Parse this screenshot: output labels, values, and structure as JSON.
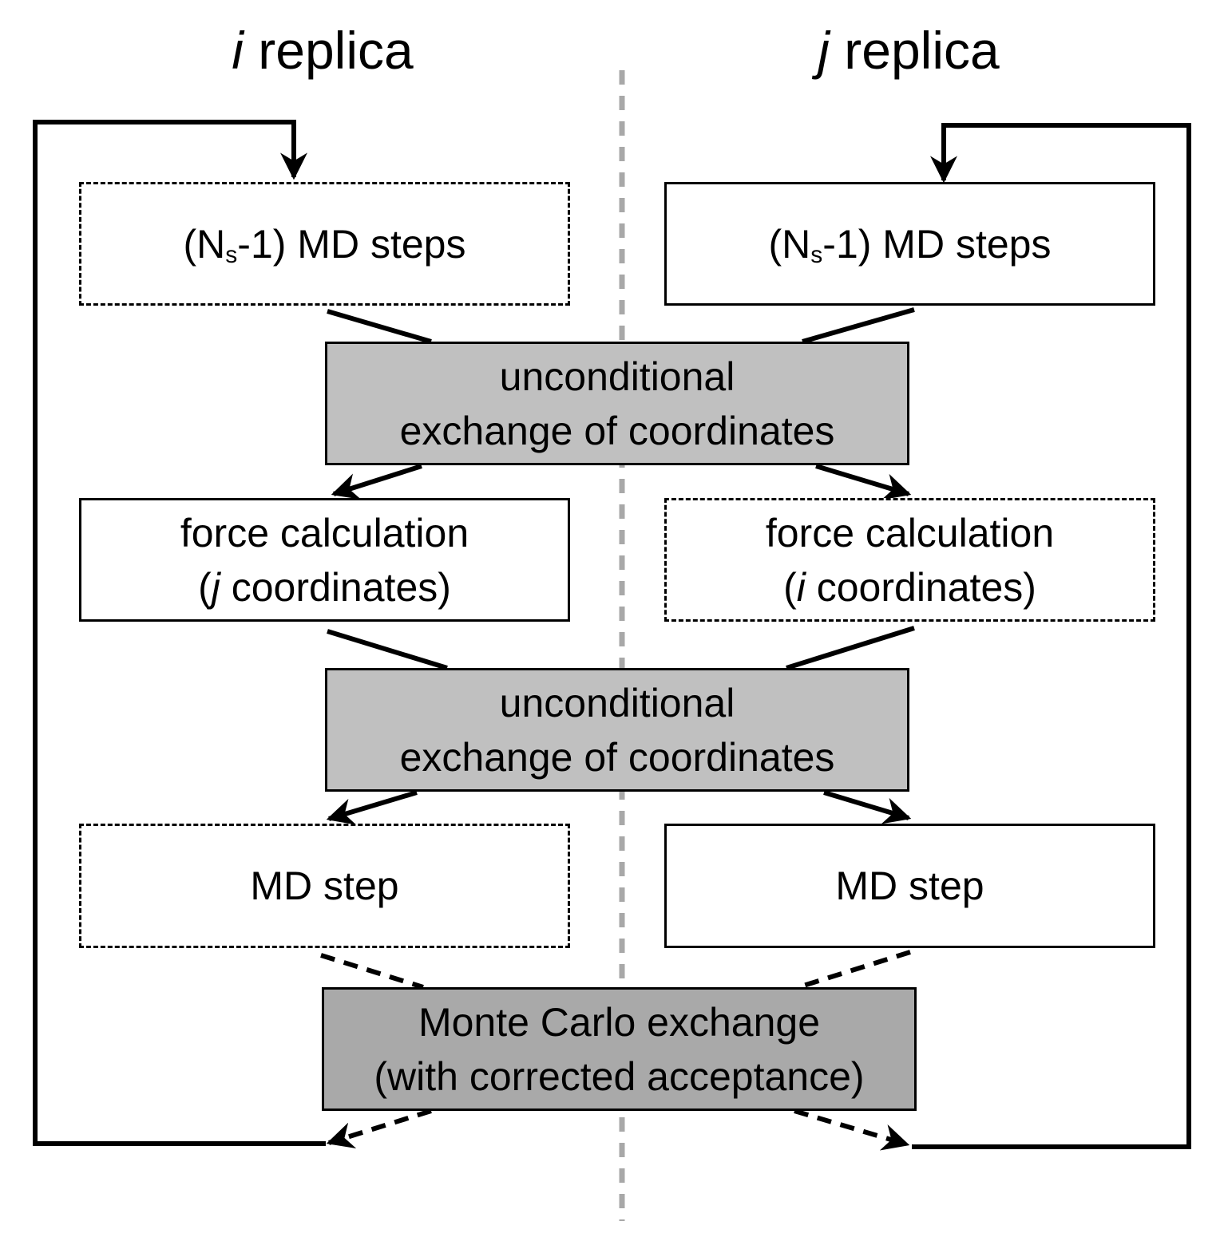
{
  "headers": {
    "left": {
      "var": "i",
      "text": " replica"
    },
    "right": {
      "var": "j",
      "text": " replica"
    }
  },
  "left": {
    "md_steps": {
      "open": "(N",
      "sub": "s",
      "close": "-1) MD steps"
    },
    "force": {
      "line1": "force calculation",
      "open": "(",
      "var": "j",
      "rest": " coordinates)"
    },
    "md_step": "MD step"
  },
  "right": {
    "md_steps": {
      "open": "(N",
      "sub": "s",
      "close": "-1) MD steps"
    },
    "force": {
      "line1": "force calculation",
      "open": "(",
      "var": "i",
      "rest": " coordinates)"
    },
    "md_step": "MD step"
  },
  "exchange1": {
    "line1": "unconditional",
    "line2": "exchange of coordinates"
  },
  "exchange2": {
    "line1": "unconditional",
    "line2": "exchange of coordinates"
  },
  "monte_carlo": {
    "line1": "Monte Carlo exchange",
    "line2": "(with corrected acceptance)"
  },
  "colors": {
    "exchange_fill": "#c0c0c0",
    "monte_carlo_fill": "#a9a9a9",
    "divider": "#a8a8a8"
  }
}
